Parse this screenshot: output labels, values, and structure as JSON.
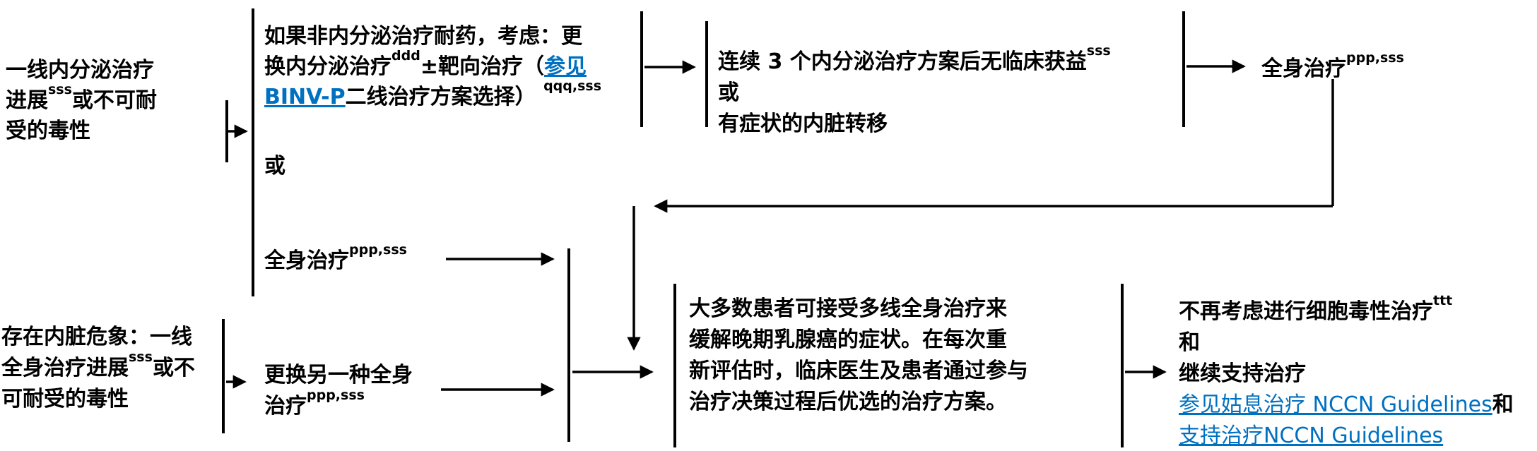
{
  "colors": {
    "text": "#000000",
    "link": "#0070C0",
    "line": "#000000",
    "background": "#ffffff"
  },
  "nodes": {
    "first_line_endocrine": {
      "l1": "一线内分泌治疗",
      "l2a": "进展",
      "l2sup": "sss",
      "l2b": "或不可耐",
      "l3": "受的毒性"
    },
    "switch_endocrine": {
      "l1": "如果非内分泌治疗耐药，考虑：更",
      "l2a": "换内分泌治疗",
      "l2sup": "ddd",
      "l2b": "±靶向治疗（",
      "l2link": "参见",
      "l3link": "BINV-P",
      "l3a": "二线治疗方案选择）",
      "l3sup": "qqq,sss",
      "or": "或",
      "systemic": "全身治疗",
      "systemic_sup": "ppp,sss"
    },
    "no_clinical_benefit": {
      "l1": "连续 3 个内分泌治疗方案后无临床获益",
      "l1sup": "sss",
      "l2": "或",
      "l3": "有症状的内脏转移"
    },
    "systemic_top": {
      "text": "全身治疗",
      "sup": "ppp,sss"
    },
    "visceral_crisis": {
      "l1": "存在内脏危象：一线",
      "l2a": "全身治疗进展",
      "l2sup": "sss",
      "l2b": "或不",
      "l3": "可耐受的毒性"
    },
    "switch_systemic": {
      "l1": "更换另一种全身",
      "l2a": "治疗",
      "l2sup": "ppp,sss"
    },
    "multiline_note": {
      "l1": "大多数患者可接受多线全身治疗来",
      "l2": "缓解晚期乳腺癌的症状。在每次重",
      "l3": "新评估时，临床医生及患者通过参与",
      "l4": "治疗决策过程后优选的治疗方案。"
    },
    "no_cytotoxic": {
      "l1a": "不再考虑进行细胞毒性治疗",
      "l1sup": "ttt",
      "l2": "和",
      "l3": "继续支持治疗",
      "l4link": "参见姑息治疗 NCCN Guidelines",
      "l4b": "和",
      "l5link": "支持治疗NCCN Guidelines"
    }
  }
}
